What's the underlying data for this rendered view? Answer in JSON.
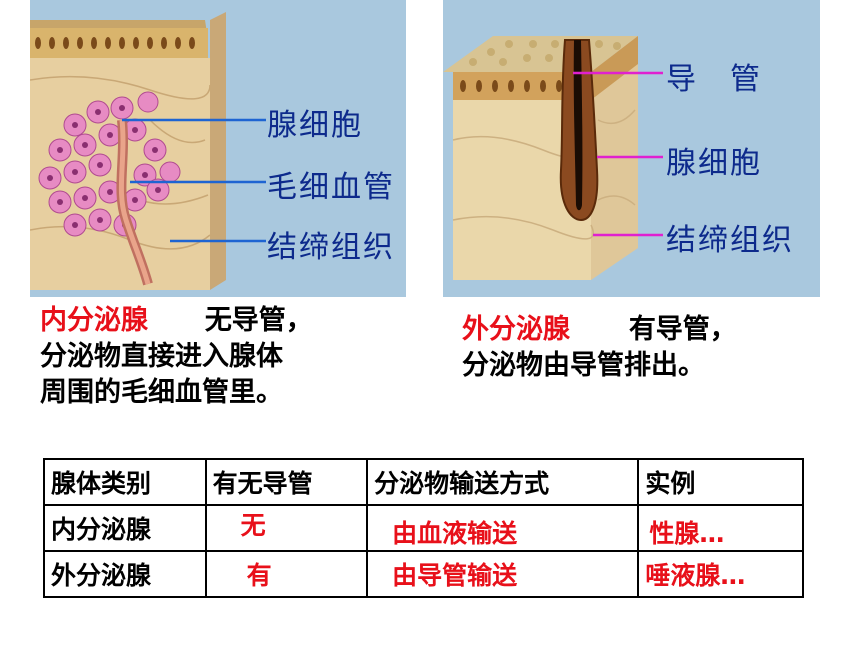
{
  "left": {
    "labels": [
      "腺细胞",
      "毛细血管",
      "结缔组织"
    ],
    "caption_term": "内分泌腺",
    "caption_line1": "无导管，",
    "caption_line2": "分泌物直接进入腺体",
    "caption_line3": "周围的毛细血管里。"
  },
  "right": {
    "labels": [
      "导　管",
      "腺细胞",
      "结缔组织"
    ],
    "caption_term": "外分泌腺",
    "caption_line1": "有导管，",
    "caption_line2": "分泌物由导管排出。"
  },
  "table": {
    "headers": [
      "腺体类别",
      "有无导管",
      "分泌物输送方式",
      "实例"
    ],
    "rows": [
      [
        "内分泌腺",
        "无",
        "由血液输送",
        "性腺…"
      ],
      [
        "外分泌腺",
        "有",
        "由导管输送",
        "唾液腺…"
      ]
    ]
  },
  "colors": {
    "term_red": "#e8101a",
    "label_blue": "#0d2a8c",
    "line_blue": "#1e64d2",
    "line_magenta": "#e020d0"
  }
}
